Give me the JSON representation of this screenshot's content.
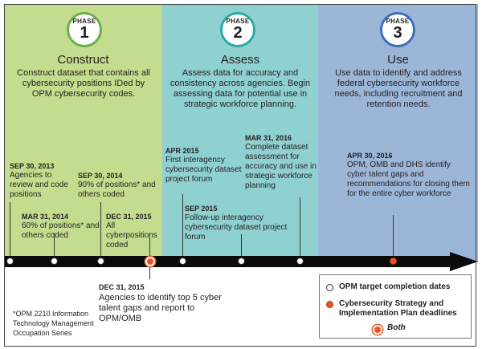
{
  "phases": [
    {
      "badge_word": "PHASE",
      "badge_number": "1",
      "title": "Construct",
      "description": "Construct dataset that contains all cybersecurity positions IDed by OPM cybersecurity codes."
    },
    {
      "badge_word": "PHASE",
      "badge_number": "2",
      "title": "Assess",
      "description": "Assess data for accuracy and consistency across agencies. Begin assessing data for potential use in strategic workforce planning."
    },
    {
      "badge_word": "PHASE",
      "badge_number": "3",
      "title": "Use",
      "description": "Use data to identify and address federal cybersecurity workforce needs, including recruitment and retention needs."
    }
  ],
  "events": [
    {
      "date": "SEP 30, 2013",
      "text": "Agencies to review and code positions",
      "type": "OPM target completion date"
    },
    {
      "date": "MAR 31, 2014",
      "text": "60% of positions* and others coded",
      "type": "OPM target completion date"
    },
    {
      "date": "SEP 30, 2014",
      "text": "90% of positions* and others coded",
      "type": "OPM target completion date"
    },
    {
      "date": "DEC 31, 2015",
      "text": "All cyberpositions coded",
      "type": "Both"
    },
    {
      "date": "APR 2015",
      "text": "First interagency cybersecurity dataset project forum",
      "type": "OPM target completion date"
    },
    {
      "date": "SEP 2015",
      "text": "Follow-up interagency cybersecurity dataset project forum",
      "type": "OPM target completion date"
    },
    {
      "date": "MAR 31, 2016",
      "text": "Complete dataset assessment for accuracy and use in strategic workforce planning",
      "type": "OPM target completion date"
    },
    {
      "date": "APR 30, 2016",
      "text": "OPM, OMB and DHS identify cyber talent gaps and recommendations for closing them for the entire cyber workforce",
      "type": "Cybersecurity Strategy and Implementation Plan deadline"
    }
  ],
  "below_event": {
    "date": "DEC 31, 2015",
    "text": "Agencies to identify top 5 cyber talent gaps and report to OPM/OMB"
  },
  "footnote": "*OPM 2210 Information Technology Management Occupation Series",
  "legend": {
    "items": [
      {
        "marker": "open-circle",
        "label": "OPM target completion dates"
      },
      {
        "marker": "red-circle",
        "label": "Cybersecurity Strategy and Implementation Plan deadlines"
      },
      {
        "marker": "red-ringed-circle",
        "label": "Both"
      }
    ]
  },
  "colors": {
    "phase1_bg": "#c4dc8e",
    "phase2_bg": "#8fd0d0",
    "phase3_bg": "#9cb6d8",
    "deadline_red": "#e8552b",
    "timeline_black": "#0b0b0b"
  }
}
